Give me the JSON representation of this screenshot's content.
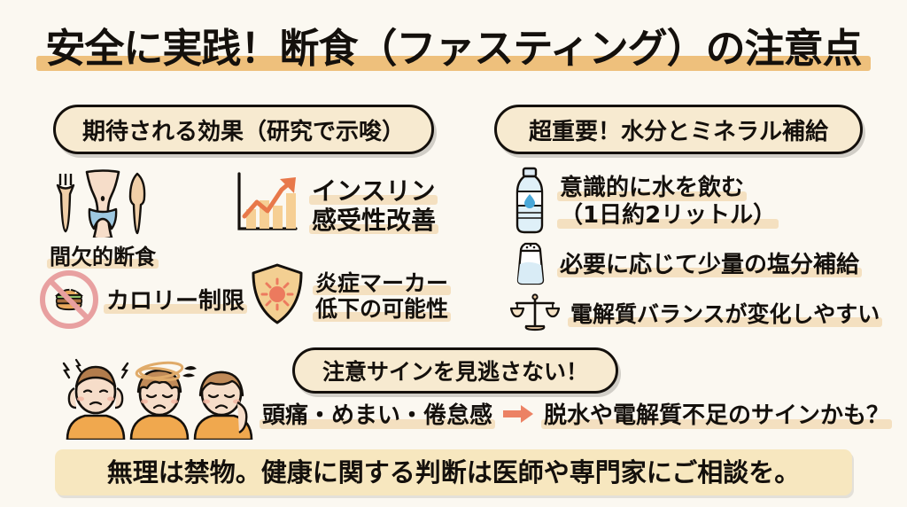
{
  "title": "安全に実践！断食（ファスティング）の注意点",
  "sections": {
    "benefits": {
      "header": "期待される効果（研究で示唆）",
      "items": [
        {
          "icon": "fasting-body-icon",
          "label": "間欠的断食"
        },
        {
          "icon": "rising-chart-icon",
          "label_line1": "インスリン",
          "label_line2": "感受性改善"
        },
        {
          "icon": "no-burger-icon",
          "label": "カロリー制限"
        },
        {
          "icon": "shield-icon",
          "label_line1": "炎症マーカー",
          "label_line2": "低下の可能性"
        }
      ]
    },
    "hydration": {
      "header": "超重要！水分とミネラル補給",
      "items": [
        {
          "icon": "water-bottle-icon",
          "label_line1": "意識的に水を飲む",
          "label_line2": "（1日約2リットル）"
        },
        {
          "icon": "salt-shaker-icon",
          "label": "必要に応じて少量の塩分補給"
        },
        {
          "icon": "balance-scale-icon",
          "label": "電解質バランスが変化しやすい"
        }
      ]
    },
    "warning": {
      "header": "注意サインを見逃さない！",
      "faces_icon": "three-unwell-people-icon",
      "symptoms": "頭痛・めまい・倦怠感",
      "arrow_icon": "right-arrow-icon",
      "consequence": "脱水や電解質不足のサインかも？"
    }
  },
  "footer": "無理は禁物。健康に関する判断は医師や専門家にご相談を。",
  "colors": {
    "background": "#fbf8f1",
    "title_band": "#eec07c",
    "pill_fill": "#f7ead0",
    "text_highlight": "#f4e0c0",
    "footer_fill": "#f7e7bf",
    "accent_orange": "#e8834f",
    "arrow": "#ec8264",
    "ink": "#14100c",
    "skin": "#f6ddc9",
    "shirt": "#f0a84e",
    "hair": "#b27c4c"
  }
}
